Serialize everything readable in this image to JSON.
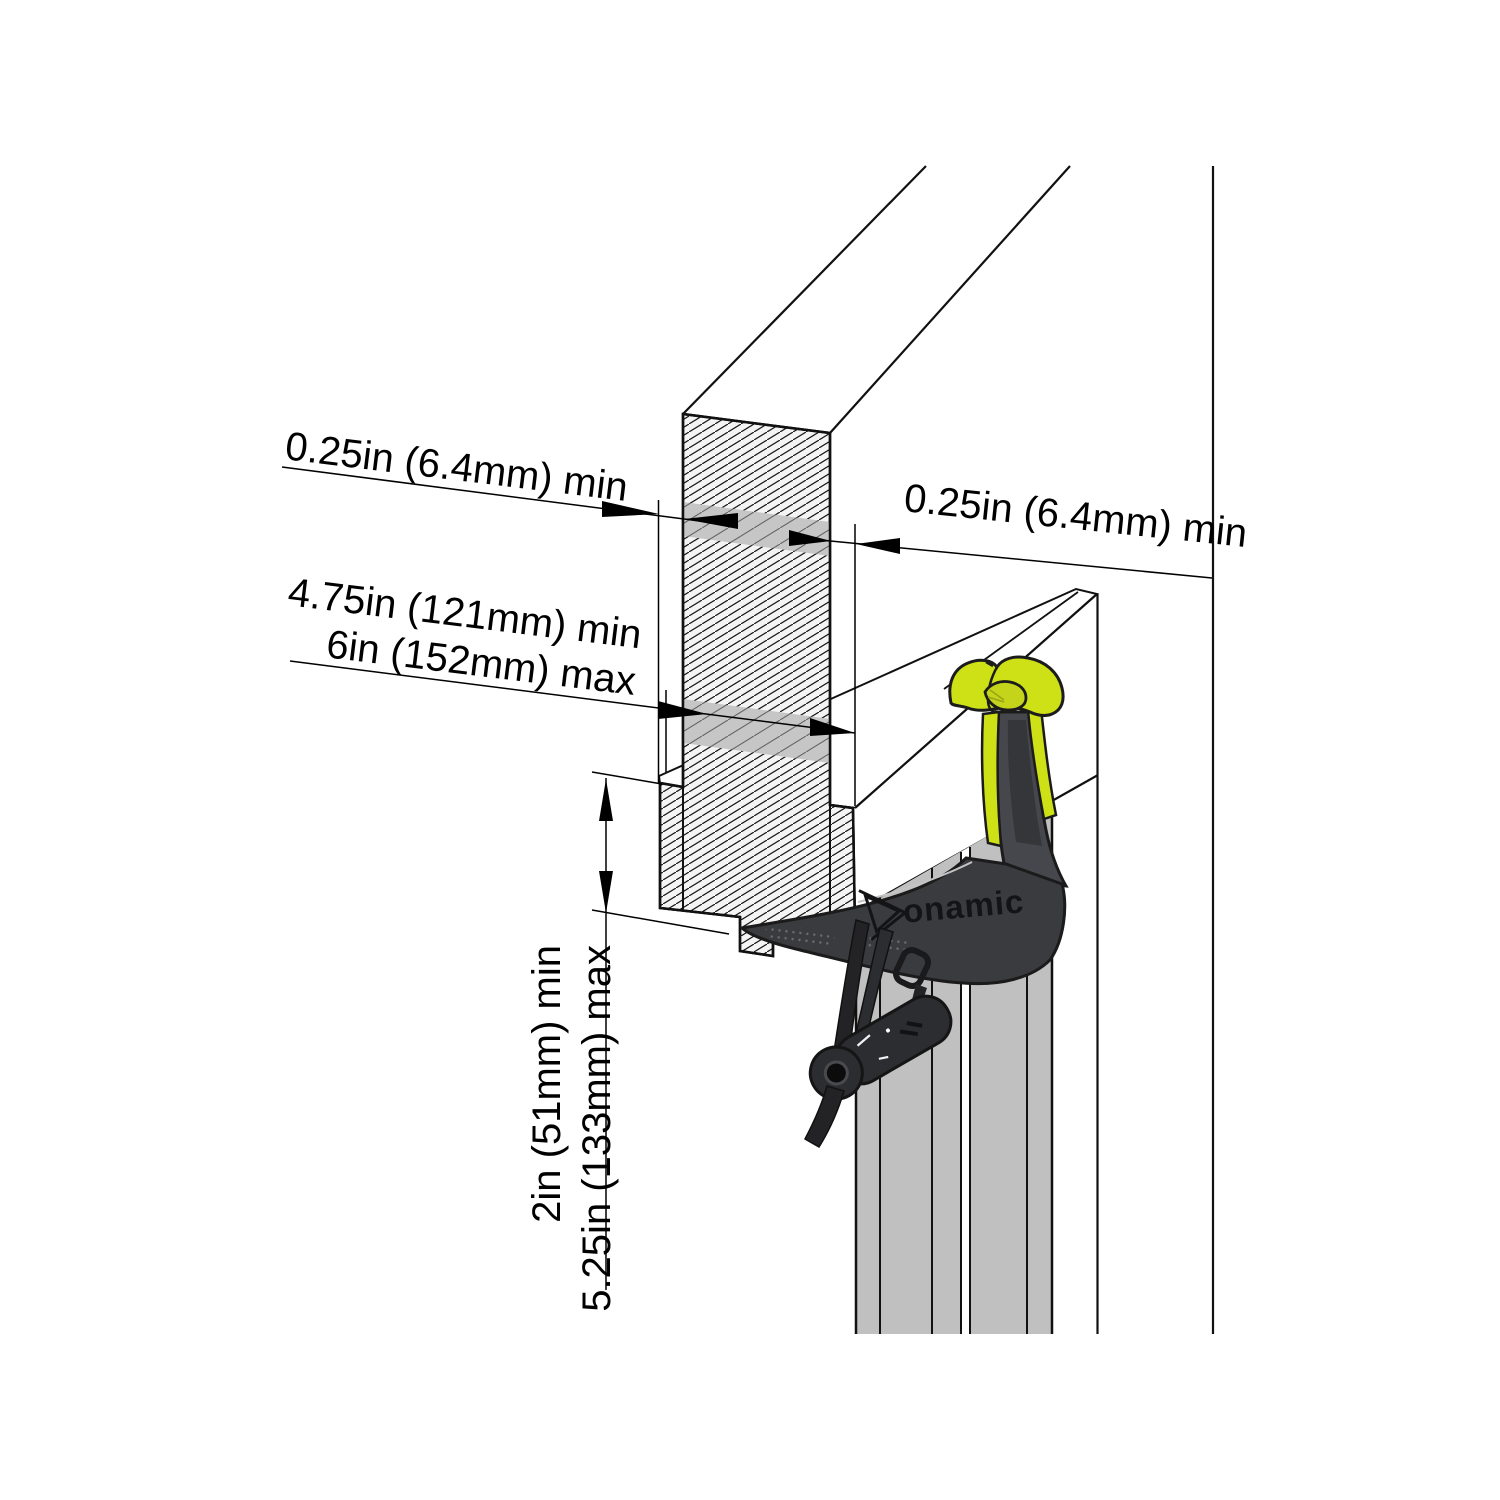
{
  "figure": {
    "type": "technical-installation-diagram",
    "dimension_labels": {
      "top_gap": "0.25in (6.4mm) min",
      "right_gap": "0.25in (6.4mm) min",
      "depth_line1": "4.75in (121mm) min",
      "depth_line2": "6in (152mm) max",
      "drop_line1": "2in (51mm) min",
      "drop_line2": "5.25in (133mm) max"
    },
    "device": {
      "brand_label": "onamic"
    },
    "colors": {
      "accent": "#cde116",
      "accent_inner": "#c3d41a",
      "device_body": "#3a3b3e",
      "device_stem": "#46474c",
      "door_panel": "#c0c0c0",
      "clearance_band": "#c6c6c6",
      "line": "#111111"
    }
  }
}
